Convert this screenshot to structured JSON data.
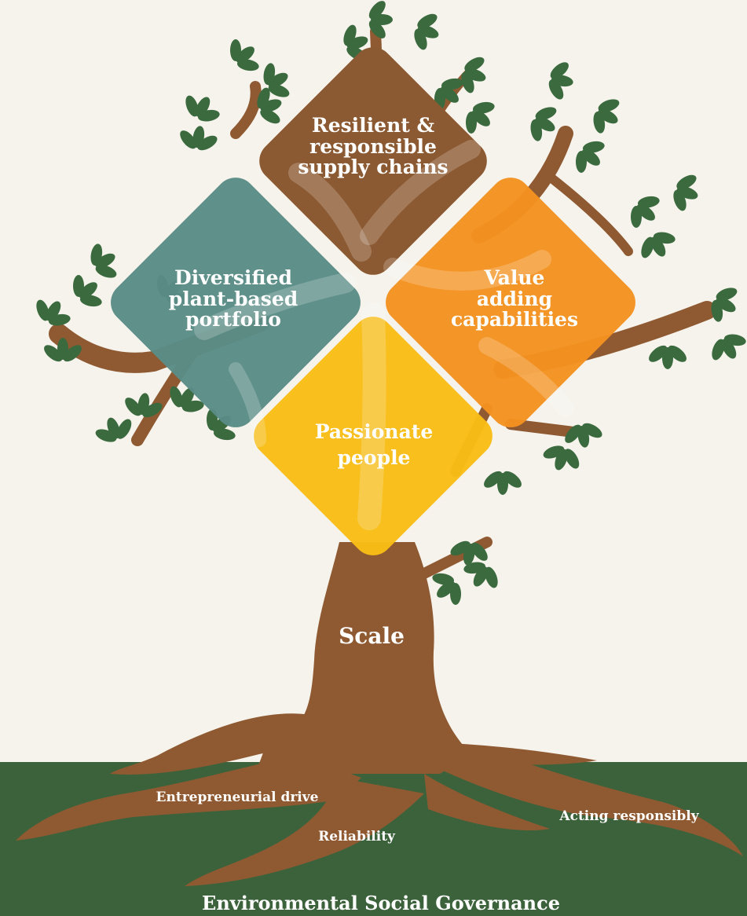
{
  "colors": {
    "background": "#f5f3ec",
    "ground": "#3c623c",
    "trunk": "#8f5a32",
    "leaf": "#3b6a3f",
    "supply_chains": "#8c5a32",
    "portfolio": "#5a8c86",
    "value_adding": "#f49220",
    "people": "#f8bd16",
    "label_text": "#ffffff"
  },
  "diagram": {
    "pillars": {
      "supply_chains": {
        "lines": [
          "Resilient &",
          "responsible",
          "supply chains"
        ]
      },
      "portfolio": {
        "lines": [
          "Diversified",
          "plant-based",
          "portfolio"
        ]
      },
      "value_adding": {
        "lines": [
          "Value",
          "adding",
          "capabilities"
        ]
      },
      "people": {
        "lines": [
          "Passionate",
          "people"
        ]
      }
    },
    "trunk_label": "Scale",
    "roots": {
      "entrepreneurial": "Entrepreneurial drive",
      "reliability": "Reliability",
      "acting": "Acting responsibly"
    },
    "ground_label": "Environmental Social Governance"
  }
}
